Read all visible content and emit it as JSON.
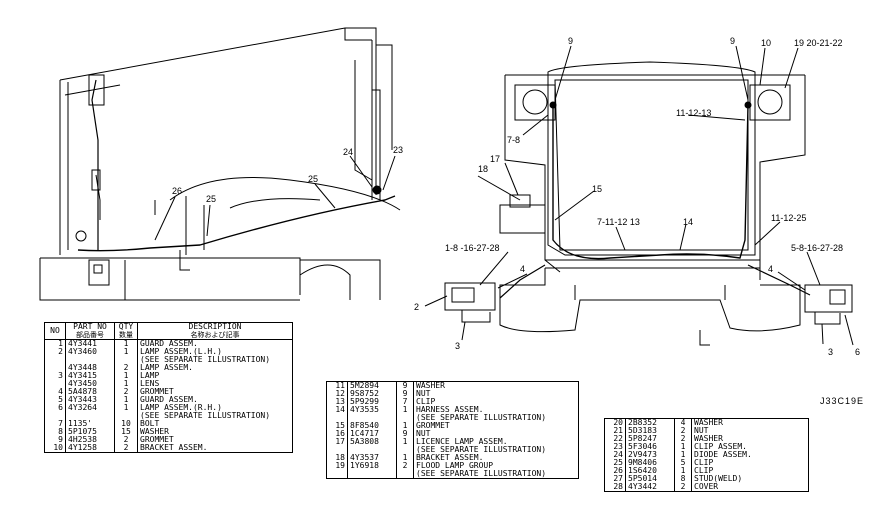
{
  "drawing_ref": "J33C19E",
  "callouts_left": [
    "26",
    "25",
    "25",
    "24",
    "23"
  ],
  "callouts_right": [
    "9",
    "9",
    "10",
    "19 20-21-22",
    "7-8",
    "11-12-13",
    "18",
    "17",
    "15",
    "7-11-12 13",
    "14",
    "11-12-25",
    "1-8 -16-27-28",
    "4",
    "5-8-16-27-28",
    "4",
    "2",
    "3",
    "3",
    "6"
  ],
  "table1": {
    "headers": {
      "no": "NO",
      "part_no": "PART NO",
      "part_no_sub": "部品番号",
      "qty": "QTY",
      "qty_sub": "数量",
      "description": "DESCRIPTION",
      "description_sub": "名称および記事"
    },
    "rows": [
      {
        "no": "1",
        "part": "4Y3441",
        "qty": "1",
        "desc": "GUARD ASSEM."
      },
      {
        "no": "2",
        "part": "4Y3460",
        "qty": "1",
        "desc": "LAMP ASSEM.(L.H.)"
      },
      {
        "no": "",
        "part": "",
        "qty": "",
        "desc": "(SEE SEPARATE ILLUSTRATION)"
      },
      {
        "no": "",
        "part": "4Y3448",
        "qty": "2",
        "desc": "LAMP ASSEM."
      },
      {
        "no": "3",
        "part": "4Y3415",
        "qty": "1",
        "desc": "  LAMP"
      },
      {
        "no": "",
        "part": "4Y3450",
        "qty": "1",
        "desc": "  LENS"
      },
      {
        "no": "4",
        "part": "5A4878",
        "qty": "2",
        "desc": "GROMMET"
      },
      {
        "no": "5",
        "part": "4Y3443",
        "qty": "1",
        "desc": "GUARD ASSEM."
      },
      {
        "no": "6",
        "part": "4Y3264",
        "qty": "1",
        "desc": "LAMP ASSEM.(R.H.)"
      },
      {
        "no": "",
        "part": "",
        "qty": "",
        "desc": "(SEE SEPARATE ILLUSTRATION)"
      },
      {
        "no": "7",
        "part": "1135'",
        "qty": "10",
        "desc": "BOLT"
      },
      {
        "no": "8",
        "part": "5P1075",
        "qty": "15",
        "desc": "WASHER"
      },
      {
        "no": "9",
        "part": "4H2538",
        "qty": "2",
        "desc": "GROMMET"
      },
      {
        "no": "10",
        "part": "4Y1258",
        "qty": "2",
        "desc": "BRACKET ASSEM."
      }
    ]
  },
  "table2": {
    "rows": [
      {
        "no": "11",
        "part": "5M2894",
        "qty": "9",
        "desc": "WASHER"
      },
      {
        "no": "12",
        "part": "9S8752",
        "qty": "9",
        "desc": "NUT"
      },
      {
        "no": "13",
        "part": "5P9299",
        "qty": "7",
        "desc": "CLIP"
      },
      {
        "no": "14",
        "part": "4Y3535",
        "qty": "1",
        "desc": "HARNESS ASSEM."
      },
      {
        "no": "",
        "part": "",
        "qty": "",
        "desc": "(SEE SEPARATE ILLUSTRATION)"
      },
      {
        "no": "15",
        "part": "8F8540",
        "qty": "1",
        "desc": "GROMMET"
      },
      {
        "no": "16",
        "part": "1C4717",
        "qty": "9",
        "desc": "NUT"
      },
      {
        "no": "17",
        "part": "5A3808",
        "qty": "1",
        "desc": "LICENCE LAMP ASSEM."
      },
      {
        "no": "",
        "part": "",
        "qty": "",
        "desc": " (SEE SEPARATE ILLUSTRATION)"
      },
      {
        "no": "18",
        "part": "4Y3537",
        "qty": "1",
        "desc": "BRACKET ASSEM."
      },
      {
        "no": "19",
        "part": "1Y6918",
        "qty": "2",
        "desc": "FLOOD LAMP GROUP"
      },
      {
        "no": "",
        "part": "",
        "qty": "",
        "desc": " (SEE SEPARATE ILLUSTRATION)"
      }
    ]
  },
  "table3": {
    "rows": [
      {
        "no": "20",
        "part": "2B8352",
        "qty": "4",
        "desc": "WASHER"
      },
      {
        "no": "21",
        "part": "5D3183",
        "qty": "2",
        "desc": "NUT"
      },
      {
        "no": "22",
        "part": "5P8247",
        "qty": "2",
        "desc": "WASHER"
      },
      {
        "no": "23",
        "part": "5F3046",
        "qty": "1",
        "desc": "CLIP ASSEM."
      },
      {
        "no": "24",
        "part": "2V9473",
        "qty": "1",
        "desc": "DIODE ASSEM."
      },
      {
        "no": "25",
        "part": "9M8406",
        "qty": "5",
        "desc": "CLIP"
      },
      {
        "no": "26",
        "part": "1S6420",
        "qty": "1",
        "desc": "CLIP"
      },
      {
        "no": "27",
        "part": "5P5014",
        "qty": "8",
        "desc": "STUD(WELD)"
      },
      {
        "no": "28",
        "part": "4Y3442",
        "qty": "2",
        "desc": "COVER"
      }
    ]
  }
}
